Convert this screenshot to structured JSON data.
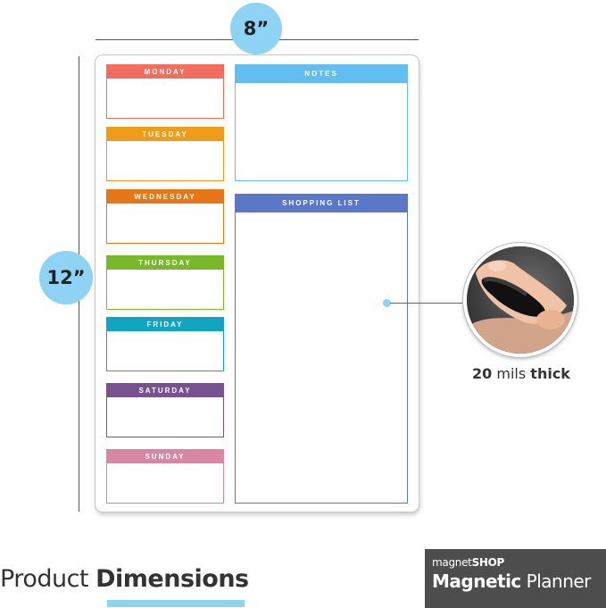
{
  "dimensions": {
    "width": "8”",
    "height": "12”"
  },
  "planner": {
    "days": [
      {
        "label": "MONDAY",
        "color": "#f26d5e"
      },
      {
        "label": "TUESDAY",
        "color": "#ef9c1b"
      },
      {
        "label": "WEDNESDAY",
        "color": "#e67616"
      },
      {
        "label": "THURSDAY",
        "color": "#79b829"
      },
      {
        "label": "FRIDAY",
        "color": "#10a5c1"
      },
      {
        "label": "SATURDAY",
        "color": "#7a5190"
      },
      {
        "label": "SUNDAY",
        "color": "#d787a3"
      }
    ],
    "notes": {
      "label": "NOTES",
      "color": "#62bdf0"
    },
    "shopping": {
      "label": "SHOPPING LIST",
      "color": "#5b78c8"
    }
  },
  "thickness": {
    "value": "20",
    "middle": " mils ",
    "end": "thick"
  },
  "footer": {
    "light": "Product ",
    "bold": "Dimensions"
  },
  "brand": {
    "name_light": "magnet",
    "name_bold": "SHOP",
    "product_bold": "Magnetic",
    "product_light": " Planner"
  }
}
